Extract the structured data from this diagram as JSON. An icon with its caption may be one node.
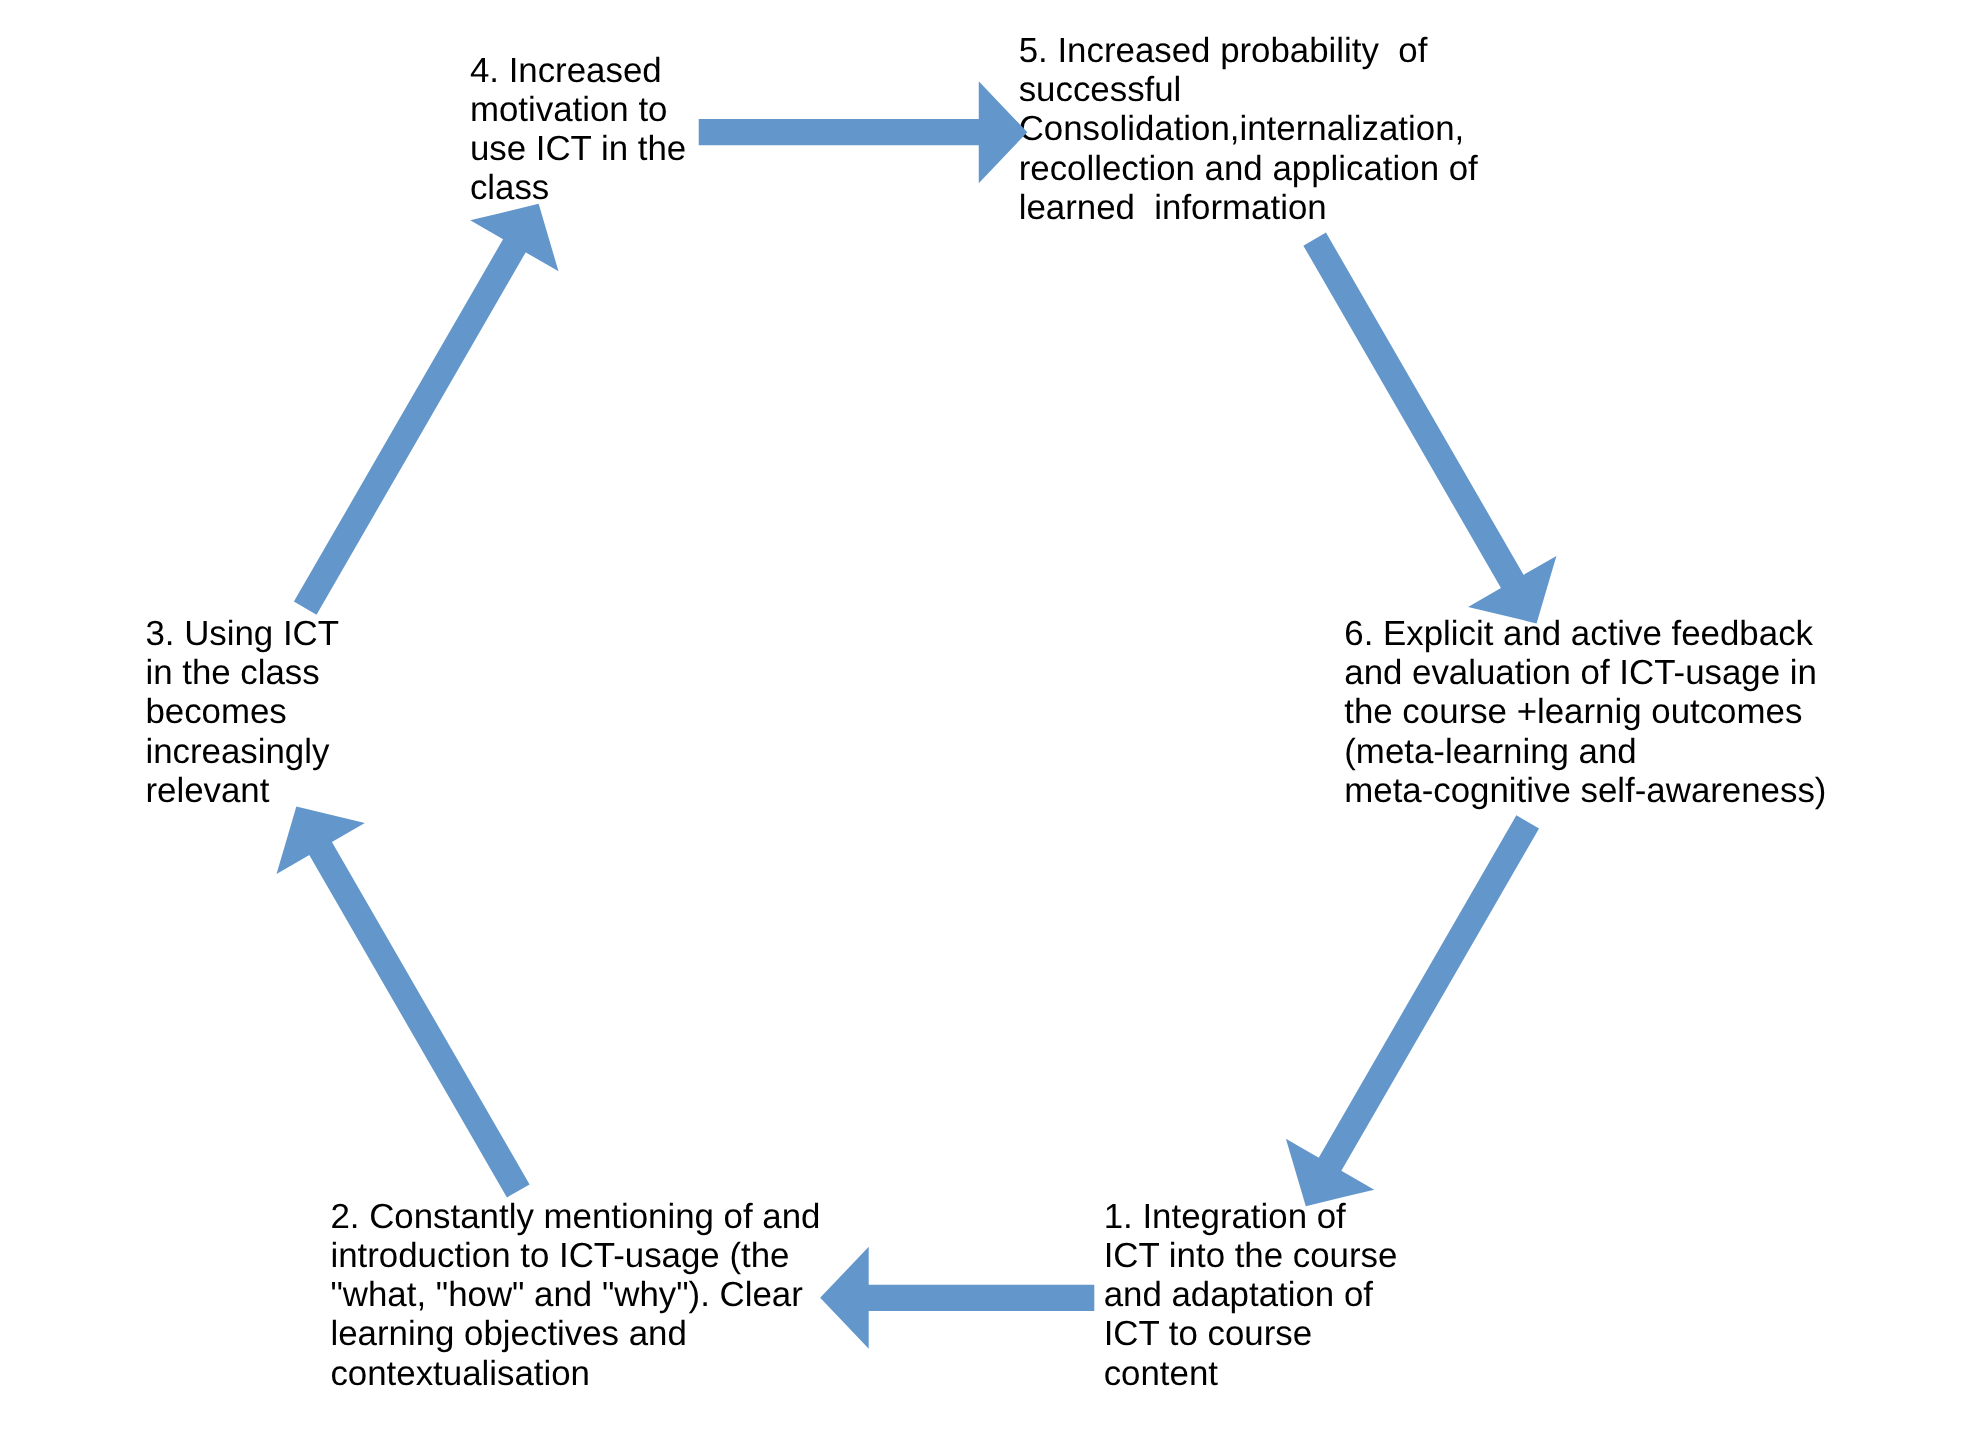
{
  "diagram": {
    "nodes": [
      {
        "text": [
          "1. Integration of ICT into the course and adaptation of ICT to course content"
        ]
      },
      {
        "text": [
          "2. Constantly mentioning of and introduction to ICT-usage (the \"what, \"how\" and \"why\"). Clear learning objectives and contextualisation"
        ]
      },
      {
        "text": [
          "3. Using ICT in the class becomes increasingly relevant"
        ]
      },
      {
        "text": [
          "4. Increased motivation to use ICT in the class"
        ]
      },
      {
        "text": [
          "5. Increased probability  of successful Consolidation,internalization, recollection and application of learned  information"
        ]
      },
      {
        "text": [
          "6. Explicit and active feedback and evaluation of ICT-usage in the course +learnig outcomes (meta-learning and meta-cognitive self-awareness)"
        ]
      }
    ],
    "edges": [
      {
        "from": 5,
        "to": 0,
        "arrow": "to"
      },
      {
        "from": 0,
        "to": 1,
        "arrow": "to"
      },
      {
        "from": 1,
        "to": 2,
        "arrow": "to"
      },
      {
        "from": 2,
        "to": 3,
        "arrow": "to"
      },
      {
        "from": 3,
        "to": 4,
        "arrow": "to"
      },
      {
        "from": 4,
        "to": 5,
        "arrow": "to"
      }
    ]
  }
}
